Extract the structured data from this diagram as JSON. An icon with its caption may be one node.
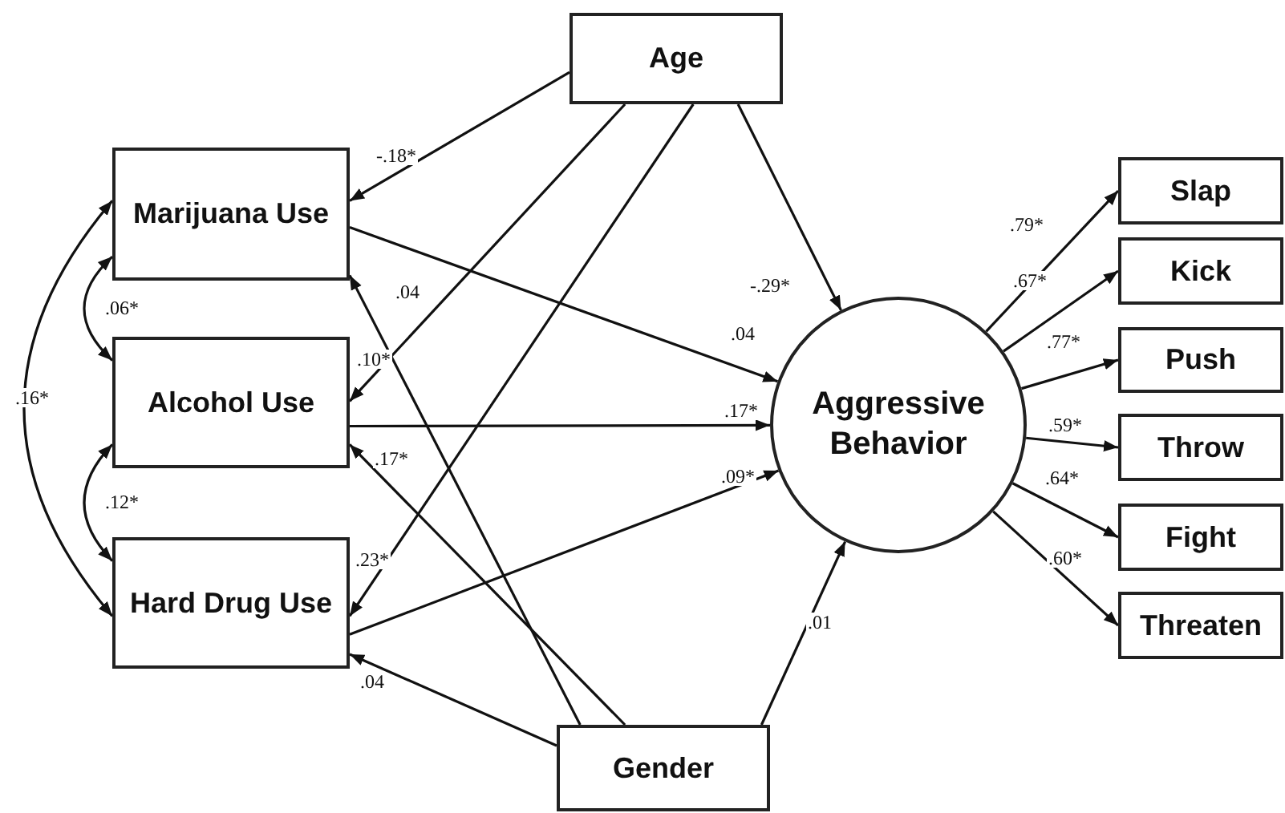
{
  "diagram": {
    "nodes": [
      {
        "text": [
          "Age"
        ]
      },
      {
        "text": [
          "Marijuana Use"
        ]
      },
      {
        "text": [
          "Alcohol Use"
        ]
      },
      {
        "text": [
          "Hard Drug Use"
        ]
      },
      {
        "text": [
          "Aggressive Behavior"
        ]
      },
      {
        "text": [
          "Slap"
        ]
      },
      {
        "text": [
          "Kick"
        ]
      },
      {
        "text": [
          "Push"
        ]
      },
      {
        "text": [
          "Throw"
        ]
      },
      {
        "text": [
          "Fight"
        ]
      },
      {
        "text": [
          "Threaten"
        ]
      },
      {
        "text": [
          "Gender"
        ]
      }
    ],
    "edges": [
      {
        "from": 0,
        "to": 1,
        "arrow": "to",
        "label": "-.18*"
      },
      {
        "from": 0,
        "to": 2,
        "arrow": "to",
        "label": ".10*"
      },
      {
        "from": 0,
        "to": 3,
        "arrow": "to",
        "label": ".23*"
      },
      {
        "from": 0,
        "to": 4,
        "arrow": "to",
        "label": "-.29*"
      },
      {
        "from": 11,
        "to": 1,
        "arrow": "to",
        "label": ".04"
      },
      {
        "from": 11,
        "to": 2,
        "arrow": "to",
        "label": ".17*"
      },
      {
        "from": 11,
        "to": 3,
        "arrow": "to",
        "label": ".04"
      },
      {
        "from": 11,
        "to": 4,
        "arrow": "to",
        "label": ".01"
      },
      {
        "from": 1,
        "to": 4,
        "arrow": "to",
        "label": ".04"
      },
      {
        "from": 2,
        "to": 4,
        "arrow": "to",
        "label": ".17*"
      },
      {
        "from": 3,
        "to": 4,
        "arrow": "to",
        "label": ".09*"
      },
      {
        "from": 4,
        "to": 5,
        "arrow": "to",
        "label": ".79*"
      },
      {
        "from": 4,
        "to": 6,
        "arrow": "to",
        "label": ".67*"
      },
      {
        "from": 4,
        "to": 7,
        "arrow": "to",
        "label": ".77*"
      },
      {
        "from": 4,
        "to": 8,
        "arrow": "to",
        "label": ".59*"
      },
      {
        "from": 4,
        "to": 9,
        "arrow": "to",
        "label": ".64*"
      },
      {
        "from": 4,
        "to": 10,
        "arrow": "to",
        "label": ".60*"
      },
      {
        "from": 1,
        "to": 2,
        "arrow": "both",
        "label": ".06*"
      },
      {
        "from": 2,
        "to": 3,
        "arrow": "both",
        "label": ".12*"
      },
      {
        "from": 1,
        "to": 3,
        "arrow": "both",
        "label": ".16*"
      }
    ]
  }
}
